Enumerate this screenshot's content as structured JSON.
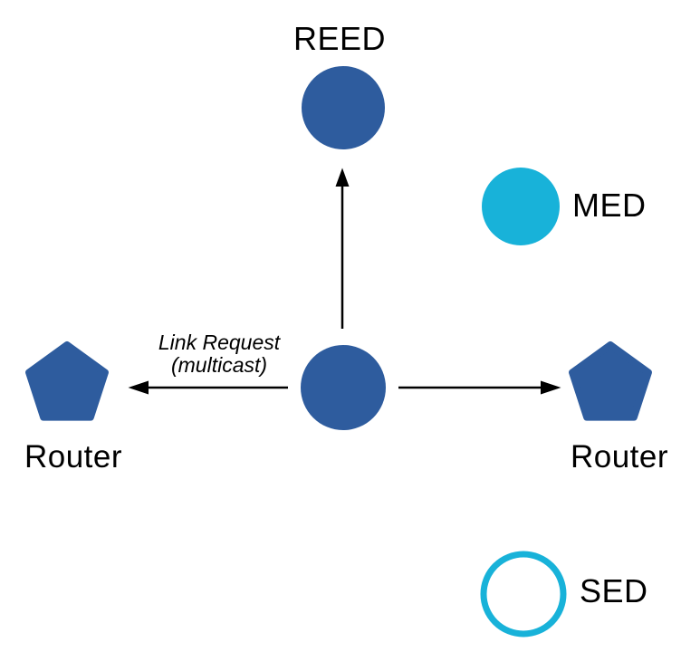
{
  "diagram": {
    "description": "Thread network topology: central node sends multicast Link Request to neighboring Routers; REED, MED and SED device types shown",
    "nodes": [
      {
        "id": "reed",
        "label": "REED",
        "shape": "circle",
        "style": "solid-blue"
      },
      {
        "id": "center",
        "label": "",
        "shape": "circle",
        "style": "solid-blue"
      },
      {
        "id": "med",
        "label": "MED",
        "shape": "circle",
        "style": "solid-cyan"
      },
      {
        "id": "sed",
        "label": "SED",
        "shape": "circle",
        "style": "outline-cyan"
      },
      {
        "id": "router-left",
        "label": "Router",
        "shape": "pentagon",
        "style": "solid-blue"
      },
      {
        "id": "router-right",
        "label": "Router",
        "shape": "pentagon",
        "style": "solid-blue"
      }
    ],
    "edges": [
      {
        "from": "center",
        "to": "reed",
        "type": "arrow"
      },
      {
        "from": "center",
        "to": "router-left",
        "type": "arrow",
        "label": "Link Request (multicast)"
      },
      {
        "from": "center",
        "to": "router-right",
        "type": "arrow"
      }
    ],
    "annotation": {
      "line1": "Link Request",
      "line2": "(multicast)"
    },
    "colors": {
      "node_blue": "#2e5c9e",
      "node_cyan": "#18b2d9",
      "arrow": "#000000",
      "text": "#000000",
      "background": "#ffffff"
    }
  }
}
